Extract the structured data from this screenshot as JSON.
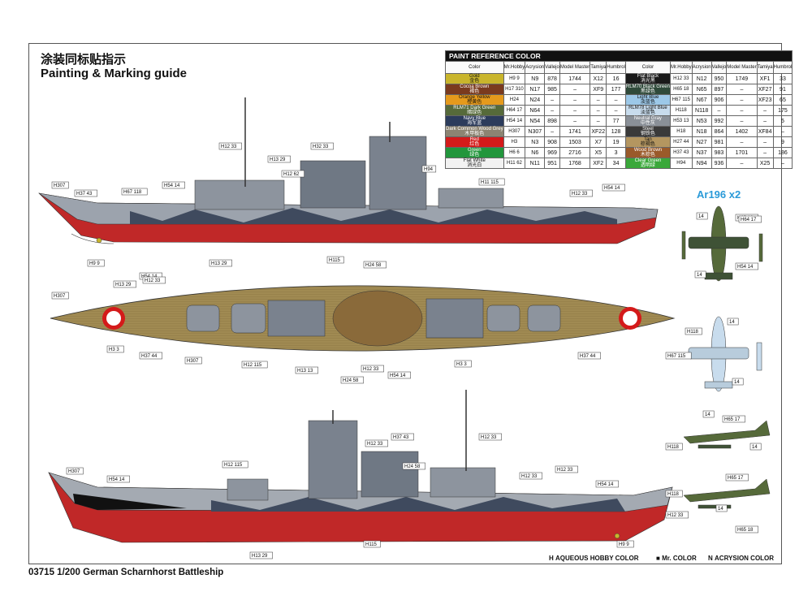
{
  "header": {
    "title_zh": "涂装同标贴指示",
    "title_en": "Painting & Marking guide"
  },
  "footer": {
    "product_title": "03715 1/200 German Scharnhorst Battleship",
    "legend": [
      {
        "mark": "H",
        "text": "AQUEOUS HOBBY COLOR"
      },
      {
        "mark": "■",
        "text": "Mr. COLOR"
      },
      {
        "mark": "N",
        "text": "ACRYSION COLOR"
      }
    ]
  },
  "aircraft_label": "Ar196 x2",
  "paint_table": {
    "title": "PAINT REFERENCE COLOR",
    "headers": [
      "Color",
      "Mr.Hobby",
      "Acrysion",
      "Vallejo",
      "Model Master",
      "Tamiya",
      "Humbrol"
    ],
    "left": [
      {
        "name": "Gold",
        "zh": "金色",
        "color": "#c9b52c",
        "h": "H9",
        "mr": "9",
        "n": "N9",
        "vallejo": "878",
        "mm": "1744",
        "tamiya": "X12",
        "humbrol": "16"
      },
      {
        "name": "Cocoa Brown",
        "zh": "褐色",
        "color": "#7a3a1e",
        "h": "H17",
        "mr": "310",
        "n": "N17",
        "vallejo": "985",
        "mm": "–",
        "tamiya": "XF9",
        "humbrol": "177"
      },
      {
        "name": "Orange Yellow",
        "zh": "橙黄色",
        "color": "#e59a1c",
        "h": "H24",
        "mr": "",
        "n": "N24",
        "vallejo": "–",
        "mm": "–",
        "tamiya": "–",
        "humbrol": "–"
      },
      {
        "name": "RLM71 Dark Green",
        "zh": "暗绿色",
        "color": "#566a3a",
        "h": "H64",
        "mr": "17",
        "n": "N64",
        "vallejo": "–",
        "mm": "–",
        "tamiya": "–",
        "humbrol": "–"
      },
      {
        "name": "Navy Blue",
        "zh": "海军蓝",
        "color": "#2c3c5c",
        "h": "H54",
        "mr": "14",
        "n": "N54",
        "vallejo": "898",
        "mm": "–",
        "tamiya": "–",
        "humbrol": "77"
      },
      {
        "name": "Dark Common Wood Grey",
        "zh": "木甲板色",
        "color": "#8c8472",
        "h": "H307",
        "mr": "",
        "n": "N307",
        "vallejo": "–",
        "mm": "1741",
        "tamiya": "XF22",
        "humbrol": "128"
      },
      {
        "name": "Red",
        "zh": "红色",
        "color": "#d41a1a",
        "h": "H3",
        "mr": "",
        "n": "N3",
        "vallejo": "908",
        "mm": "1503",
        "tamiya": "X7",
        "humbrol": "19"
      },
      {
        "name": "Green",
        "zh": "绿色",
        "color": "#22963c",
        "h": "H6",
        "mr": "6",
        "n": "N6",
        "vallejo": "969",
        "mm": "2716",
        "tamiya": "X5",
        "humbrol": "3"
      },
      {
        "name": "Flat White",
        "zh": "消光白",
        "color": "#f2f2f2",
        "h": "H11",
        "mr": "62",
        "n": "N11",
        "vallejo": "951",
        "mm": "1768",
        "tamiya": "XF2",
        "humbrol": "34"
      }
    ],
    "right": [
      {
        "name": "Flat Black",
        "zh": "消光黑",
        "color": "#1a1a1a",
        "h": "H12",
        "mr": "33",
        "n": "N12",
        "vallejo": "950",
        "mm": "1749",
        "tamiya": "XF1",
        "humbrol": "33"
      },
      {
        "name": "RLM70 Black Green",
        "zh": "黑绿色",
        "color": "#2f4a3a",
        "h": "H65",
        "mr": "18",
        "n": "N65",
        "vallejo": "897",
        "mm": "–",
        "tamiya": "XF27",
        "humbrol": "91"
      },
      {
        "name": "Light Blue",
        "zh": "淡蓝色",
        "color": "#9cc8e8",
        "h": "H67",
        "mr": "115",
        "n": "N67",
        "vallejo": "906",
        "mm": "–",
        "tamiya": "XF23",
        "humbrol": "65"
      },
      {
        "name": "RLM78 Light Blue",
        "zh": "淡蓝色",
        "color": "#c8dced",
        "h": "H118",
        "mr": "",
        "n": "N118",
        "vallejo": "–",
        "mm": "–",
        "tamiya": "–",
        "humbrol": "175"
      },
      {
        "name": "Neutral Gray",
        "zh": "中性灰",
        "color": "#8a9098",
        "h": "H53",
        "mr": "13",
        "n": "N53",
        "vallejo": "992",
        "mm": "–",
        "tamiya": "–",
        "humbrol": "5"
      },
      {
        "name": "Steel",
        "zh": "钢铁色",
        "color": "#3a3a3a",
        "h": "H18",
        "mr": "",
        "n": "N18",
        "vallejo": "864",
        "mm": "1402",
        "tamiya": "XF84",
        "humbrol": "–"
      },
      {
        "name": "Tan",
        "zh": "棕褐色",
        "color": "#b49660",
        "h": "H27",
        "mr": "44",
        "n": "N27",
        "vallejo": "981",
        "mm": "–",
        "tamiya": "–",
        "humbrol": "9"
      },
      {
        "name": "Wood Brown",
        "zh": "木棕色",
        "color": "#9a5a2a",
        "h": "H37",
        "mr": "43",
        "n": "N37",
        "vallejo": "983",
        "mm": "1701",
        "tamiya": "–",
        "humbrol": "186"
      },
      {
        "name": "Clear Green",
        "zh": "透明绿",
        "color": "#3aa83a",
        "h": "H94",
        "mr": "",
        "n": "N94",
        "vallejo": "936",
        "mm": "–",
        "tamiya": "X25",
        "humbrol": "–"
      }
    ]
  },
  "callouts": {
    "side_top": [
      "H12 33",
      "H37 43",
      "H307",
      "H67 118",
      "H54 14",
      "H13 29",
      "H32 33",
      "H12 62",
      "H94",
      "H11 115",
      "H12 33",
      "H54 14",
      "H9 9",
      "H13 29",
      "H115",
      "H24 58"
    ],
    "plan": [
      "H307",
      "H13 29",
      "H54 14",
      "H12 33",
      "H3 3",
      "H37 44",
      "H307",
      "H12 115",
      "H13 13",
      "H24 58",
      "H12 33",
      "H54 14",
      "H3 3",
      "H37 44"
    ],
    "side_bottom": [
      "H37 43",
      "H12 33",
      "H12 33",
      "H307",
      "H54 14",
      "H12 115",
      "H12 33",
      "H24 58",
      "H12 33",
      "H54 14",
      "H12 33",
      "H13 29",
      "H115",
      "H9 9"
    ],
    "aircraft": [
      "14",
      "H65 18",
      "H64 17",
      "H54 14",
      "14",
      "14",
      "H118",
      "H67 115",
      "14",
      "14",
      "H65 17",
      "H118",
      "14",
      "H65 17",
      "H118",
      "14",
      "H65 18"
    ]
  }
}
